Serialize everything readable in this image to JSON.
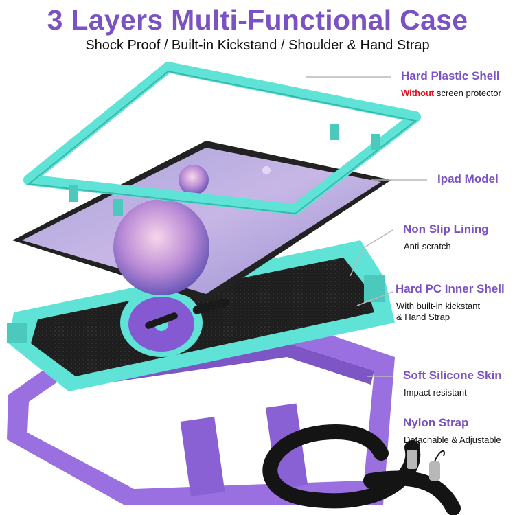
{
  "header": {
    "title": "3 Layers Multi-Functional Case",
    "subtitle": "Shock Proof / Built-in Kickstand / Shoulder & Hand Strap"
  },
  "labels": {
    "hard_plastic_shell": {
      "title": "Hard Plastic Shell",
      "desc_highlight": "Without",
      "desc": " screen protector"
    },
    "ipad_model": {
      "title": "Ipad Model"
    },
    "non_slip_lining": {
      "title": "Non Slip Lining",
      "desc": "Anti-scratch"
    },
    "hard_pc_inner_shell": {
      "title": "Hard PC Inner Shell",
      "desc_line1": "With built-in kickstant",
      "desc_line2": "& Hand Strap"
    },
    "soft_silicone_skin": {
      "title": "Soft Silicone Skin",
      "desc": "Impact resistant"
    },
    "nylon_strap": {
      "title": "Nylon Strap",
      "desc": "Detachable & Adjustable"
    }
  },
  "colors": {
    "accent_purple": "#7b52c4",
    "warning_red": "#e0141e",
    "shell_mint": "#5ee3d6",
    "silicone_purple": "#9a6fe0",
    "lining_black": "#1e1e1e",
    "strap_black": "#141414"
  }
}
